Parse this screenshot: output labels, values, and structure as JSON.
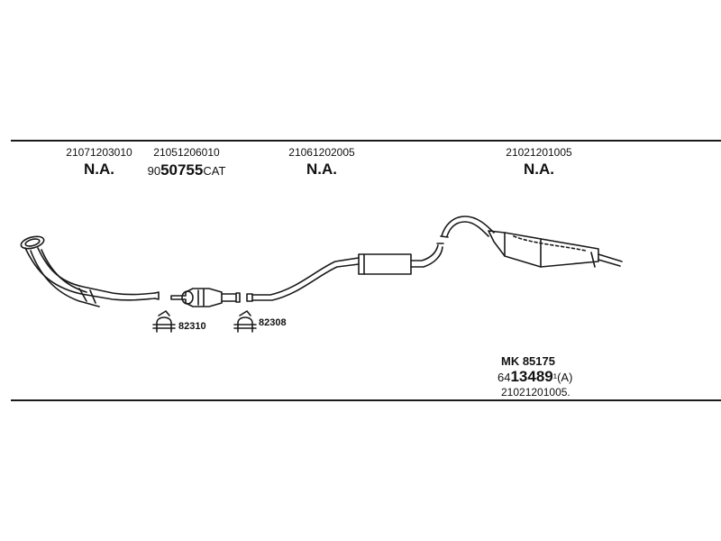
{
  "parts": [
    {
      "id": "front-pipe",
      "number": "21071203010",
      "status": "N.A."
    },
    {
      "id": "catalyst",
      "number": "21051206010",
      "cat_prefix": "90",
      "cat_main": "50755",
      "cat_suffix": "CAT"
    },
    {
      "id": "middle-silencer",
      "number": "21061202005",
      "status": "N.A."
    },
    {
      "id": "rear-silencer",
      "number": "21021201005",
      "status": "N.A."
    }
  ],
  "clamps": [
    {
      "id": "clamp-1",
      "label": "82310"
    },
    {
      "id": "clamp-2",
      "label": "82308"
    }
  ],
  "kit": {
    "code": "MK 85175",
    "number_prefix": "64",
    "number_main": "13489",
    "number_suffix": "¹(A)",
    "reference": "21021201005."
  }
}
